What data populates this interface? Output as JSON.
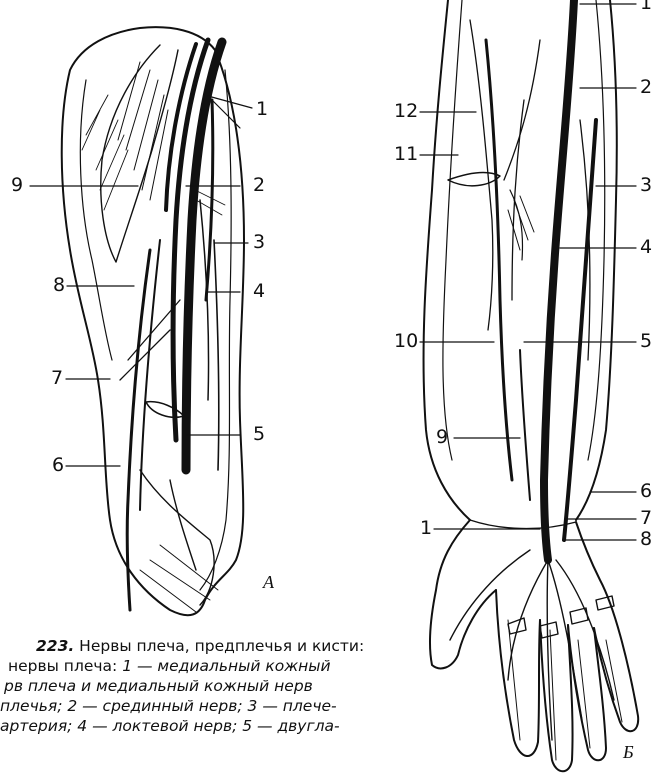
{
  "figure_a": {
    "panel_letter": "А",
    "labels": {
      "l1": "1",
      "l2": "2",
      "l3": "3",
      "l4": "4",
      "l5": "5",
      "l6": "6",
      "l7": "7",
      "l8": "8",
      "l9": "9"
    }
  },
  "figure_b": {
    "panel_letter": "Б",
    "labels": {
      "l1_top": "1",
      "l2": "2",
      "l3": "3",
      "l4": "4",
      "l5": "5",
      "l6": "6",
      "l7": "7",
      "l8": "8",
      "l9": "9",
      "l10": "10",
      "l11": "11",
      "l12": "12",
      "l1_wrist": "1"
    }
  },
  "caption": {
    "number": "223.",
    "title": " Нервы плеча, предплечья и кисти:",
    "line2_plain": "нервы плеча: ",
    "line2_italic": "1 — медиальный кожный",
    "line3": "рв плеча и медиальный кожный нерв",
    "line4": "плечья; 2 — срединный нерв; 3 — плече-",
    "line5": "артерия; 4 — локтевой нерв; 5 — двугла-"
  },
  "colors": {
    "ink": "#111111",
    "background": "#ffffff"
  }
}
